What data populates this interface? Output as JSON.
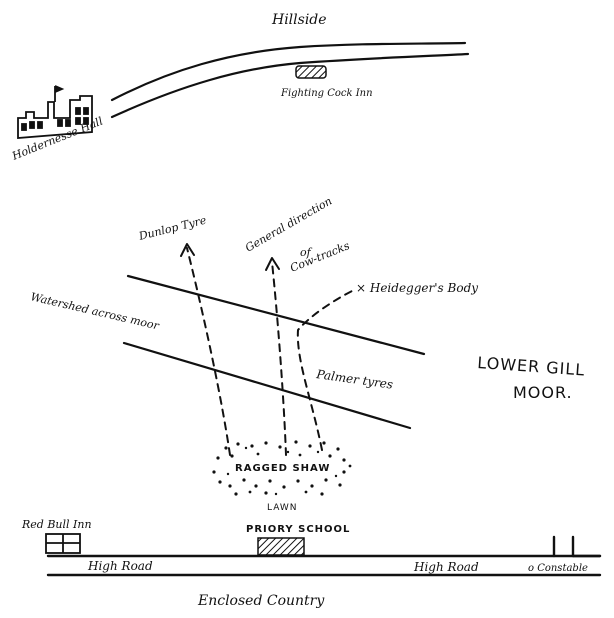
{
  "labels": {
    "hillside": "Hillside",
    "holdernesse_hall": "Holdernesse Hall",
    "fighting_cock_inn": "Fighting Cock Inn",
    "dunlop_tyre": "Dunlop Tyre",
    "cow_tracks_line1": "General direction",
    "cow_tracks_line2": "of",
    "cow_tracks_line3": "Cow-tracks",
    "heideggers_body": "× Heidegger's Body",
    "watershed": "Watershed across moor",
    "palmer_tyres": "Palmer tyres",
    "lower_gill_moor_line1": "LOWER GILL",
    "lower_gill_moor_line2": "MOOR.",
    "ragged_shaw": "RAGGED SHAW",
    "lawn": "LAWN",
    "red_bull_inn": "Red Bull Inn",
    "priory_school": "PRIORY SCHOOL",
    "high_road_left": "High Road",
    "high_road_right": "High Road",
    "constable": "o Constable",
    "enclosed_country": "Enclosed Country"
  },
  "colors": {
    "ink": "#111111",
    "paper": "#ffffff"
  }
}
